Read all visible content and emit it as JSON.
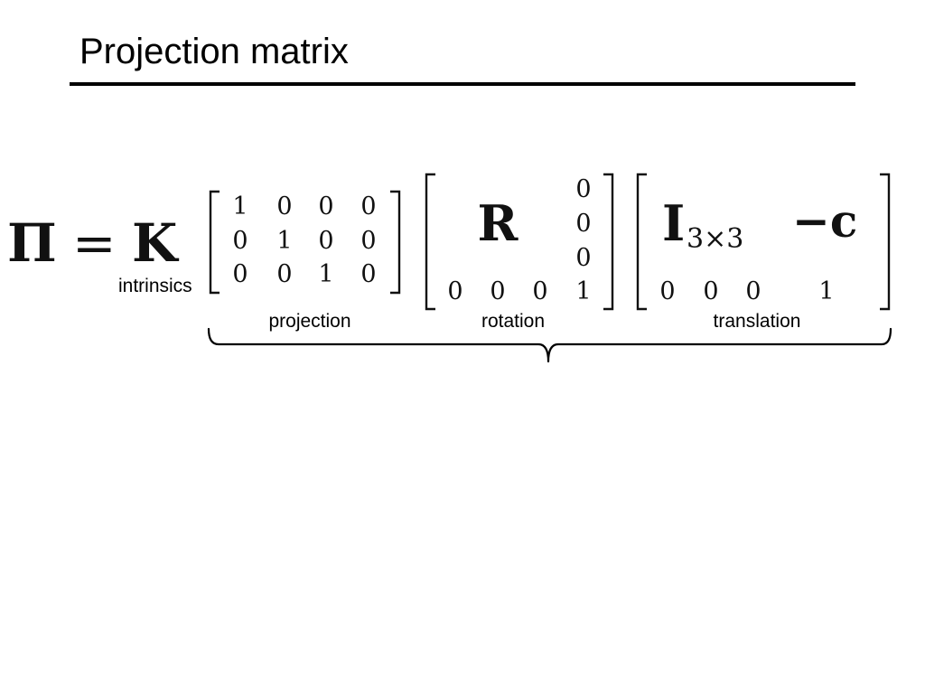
{
  "title": "Projection matrix",
  "equation": {
    "lhs_symbol": "Π",
    "equals": "=",
    "K_symbol": "K",
    "K_label": "intrinsics",
    "projection_matrix": {
      "rows": [
        [
          "1",
          "0",
          "0",
          "0"
        ],
        [
          "0",
          "1",
          "0",
          "0"
        ],
        [
          "0",
          "0",
          "1",
          "0"
        ]
      ],
      "label": "projection"
    },
    "rotation_matrix": {
      "block_symbol": "R",
      "column": [
        "0",
        "0",
        "0"
      ],
      "bottom_row": [
        "0",
        "0",
        "0",
        "1"
      ],
      "label": "rotation"
    },
    "translation_matrix": {
      "identity_symbol": "I",
      "identity_subscript": "3×3",
      "vector_symbol": "−c",
      "bottom_row": [
        "0",
        "0",
        "0",
        "1"
      ],
      "label": "translation"
    }
  }
}
